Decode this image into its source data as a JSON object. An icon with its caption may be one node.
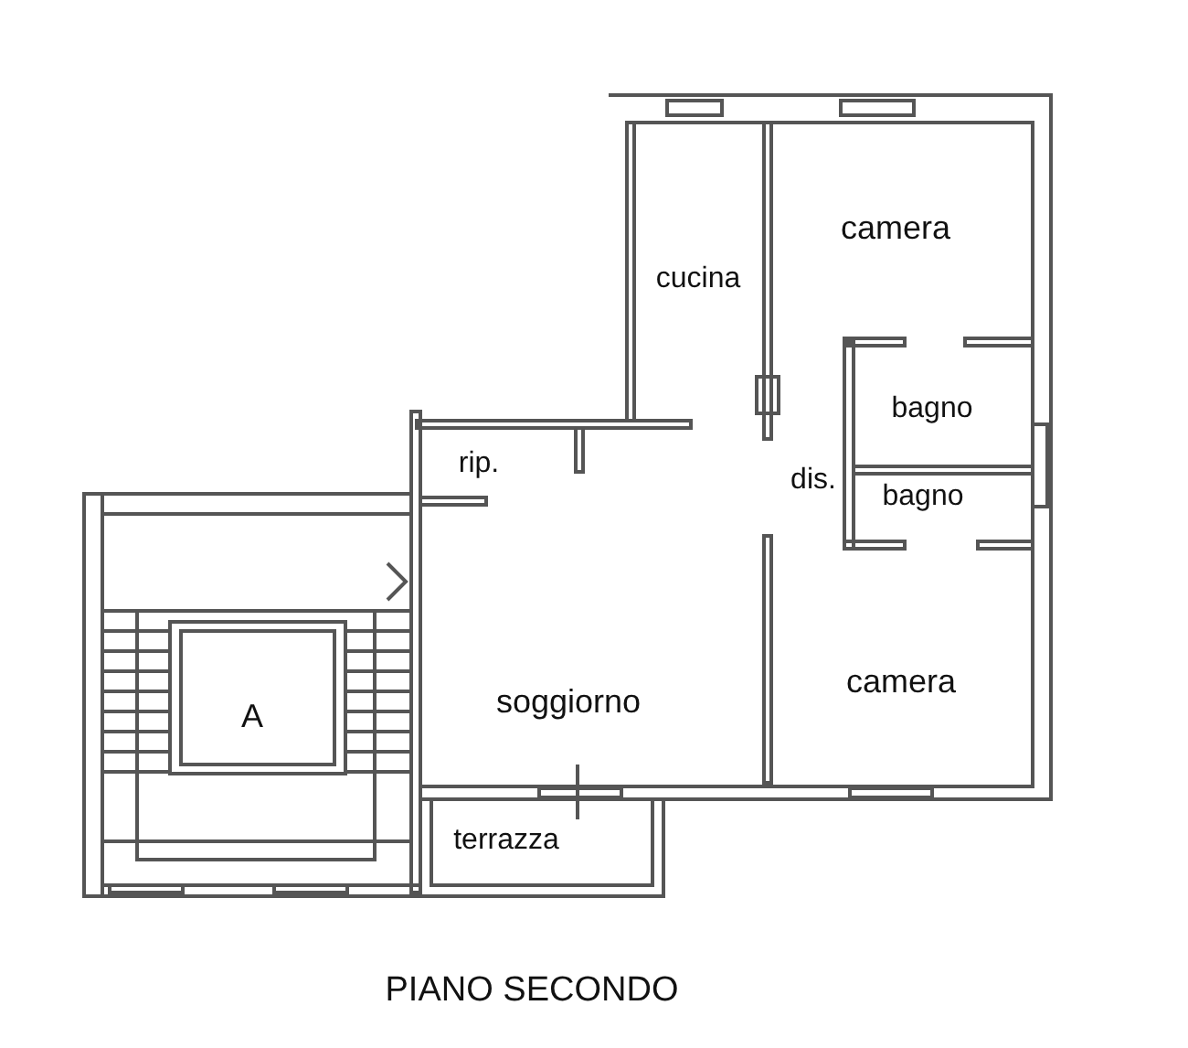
{
  "diagram": {
    "caption": "PIANO SECONDO",
    "labels": [
      "camera",
      "cucina",
      "bagno",
      "rip.",
      "dis.",
      "bagno",
      "A",
      "soggiorno",
      "camera",
      "terrazza"
    ]
  }
}
